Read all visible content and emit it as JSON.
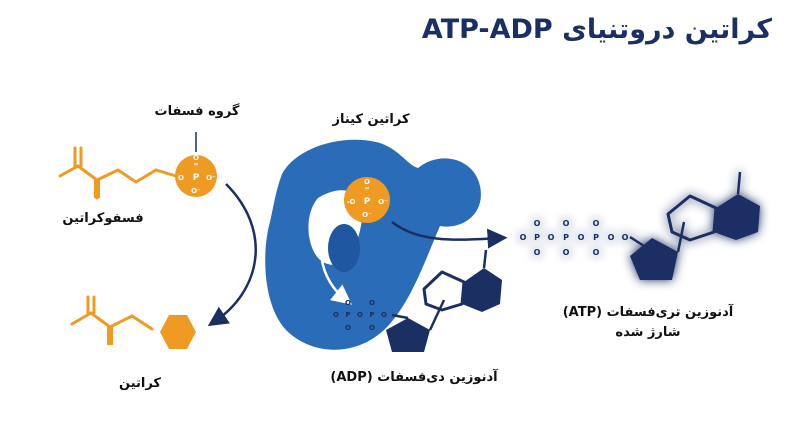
{
  "title": "کراتین دروتنیای ATP-ADP",
  "labels": {
    "phosphate_group": "گروه فسفات",
    "phosphocreatine": "فسفوکراتین",
    "creatine": "کراتین",
    "creatine_kinase": "کراتین کیناز",
    "adp": "آدنوزین دی‌فسفات (ADP)",
    "atp_line1": "آدنوزین تری‌فسفات (ATP)",
    "atp_line2": "شارژ شده"
  },
  "phosphate_symbols": {
    "P": "P",
    "O": "O",
    "O_minus": "O⁻",
    "O_dash_left": "-O",
    "eq": "="
  },
  "colors": {
    "navy": "#1b2f63",
    "enzyme_blue": "#2b6cb8",
    "enzyme_dark": "#1f58a0",
    "orange": "#ef9a22",
    "glow": "#4f86f7"
  }
}
